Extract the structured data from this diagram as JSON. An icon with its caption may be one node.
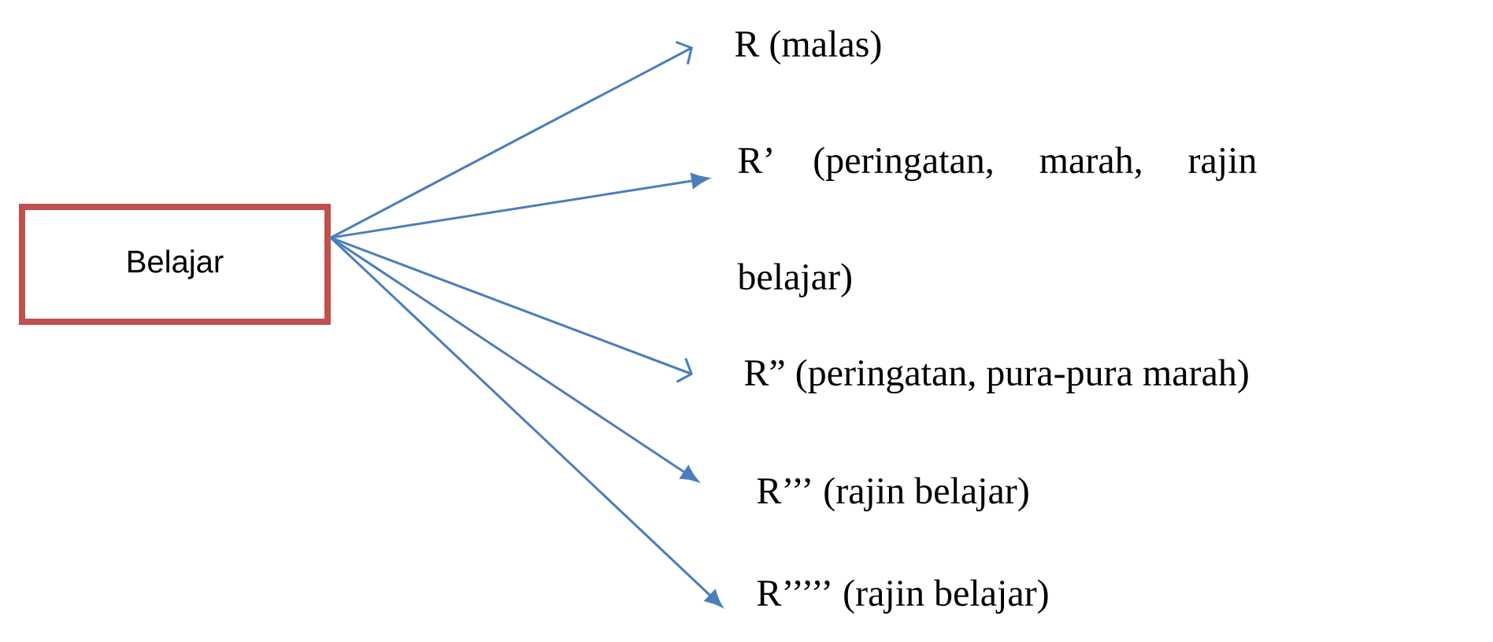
{
  "diagram": {
    "nodes": [
      {
        "text": [
          "Belajar"
        ]
      },
      {
        "text": [
          "R (malas)"
        ]
      },
      {
        "text": [
          "R’ (peringatan, marah, rajin belajar)"
        ]
      },
      {
        "text": [
          "R” (peringatan, pura-pura marah)"
        ]
      },
      {
        "text": [
          "R’’’ (rajin belajar)"
        ]
      },
      {
        "text": [
          "R’’’’’ (rajin belajar)"
        ]
      }
    ],
    "edges": [
      {
        "from": 0,
        "to": 1,
        "arrow": "to"
      },
      {
        "from": 0,
        "to": 2,
        "arrow": "to"
      },
      {
        "from": 0,
        "to": 3,
        "arrow": "to"
      },
      {
        "from": 0,
        "to": 4,
        "arrow": "to"
      },
      {
        "from": 0,
        "to": 5,
        "arrow": "to"
      }
    ]
  }
}
